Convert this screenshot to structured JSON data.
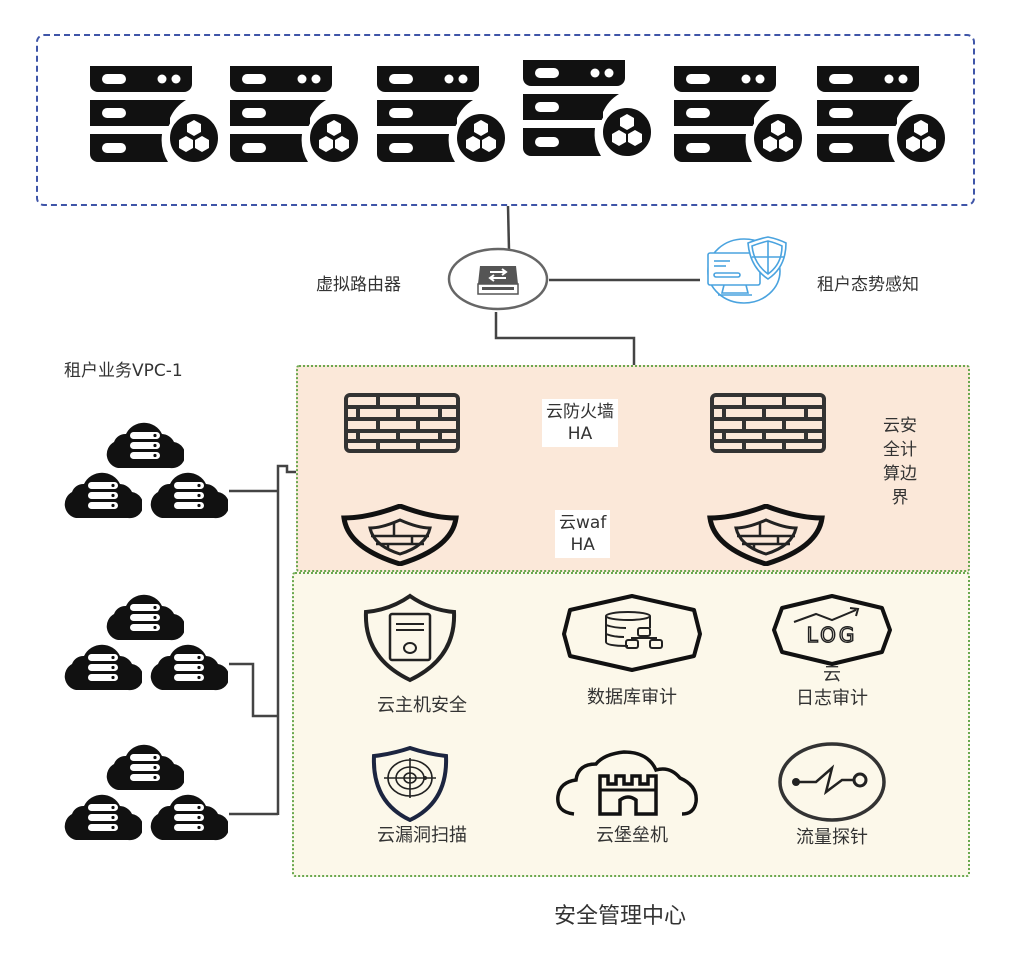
{
  "colors": {
    "cluster_border": "#3f55a8",
    "boundary_fill": "#fbe8d9",
    "mgmt_fill": "#fcf8ea",
    "zone_border": "#6aa84f",
    "situational_icon": "#4aa3df",
    "icon_dark": "#111111",
    "wire": "#444444"
  },
  "server_cluster": {
    "servers": [
      {
        "icon": "server-cluster-icon"
      },
      {
        "icon": "server-cluster-icon"
      },
      {
        "icon": "server-cluster-icon"
      },
      {
        "icon": "server-cluster-icon"
      },
      {
        "icon": "server-cluster-icon"
      },
      {
        "icon": "server-cluster-icon"
      }
    ]
  },
  "router": {
    "label": "虚拟路由器",
    "icon": "switch-icon"
  },
  "situational_awareness": {
    "label": "租户态势感知",
    "icon": "monitor-shield-icon"
  },
  "vpc": {
    "label": "租户业务VPC-1",
    "groups": [
      {
        "icon": "cloud-server-group-icon"
      },
      {
        "icon": "cloud-server-group-icon"
      },
      {
        "icon": "cloud-server-group-icon"
      }
    ]
  },
  "boundary": {
    "title_lines": [
      "云安",
      "全计",
      "算边",
      "界"
    ],
    "firewall_ha": {
      "line1": "云防火墙",
      "line2": "HA"
    },
    "waf_ha": {
      "line1": "云waf",
      "line2": "HA"
    }
  },
  "management_center": {
    "title": "安全管理中心",
    "services": [
      {
        "label": "云主机安全",
        "icon": "host-security-shield-icon"
      },
      {
        "label": "数据库审计",
        "icon": "database-audit-icon"
      },
      {
        "label_line1": "云",
        "label_line2": "日志审计",
        "icon": "log-audit-icon"
      },
      {
        "label": "云漏洞扫描",
        "icon": "vulnerability-scan-icon"
      },
      {
        "label": "云堡垒机",
        "icon": "bastion-cloud-icon"
      },
      {
        "label": "流量探针",
        "icon": "traffic-probe-icon"
      }
    ]
  }
}
